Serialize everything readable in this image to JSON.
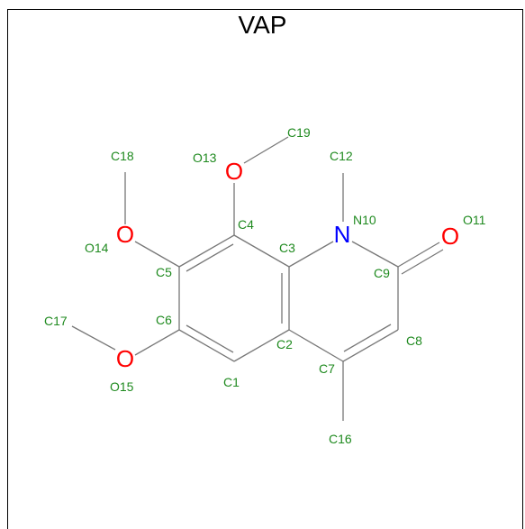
{
  "title": "VAP",
  "colors": {
    "carbon_label": "#1f8a1f",
    "oxygen": "#ff0000",
    "nitrogen": "#0000ff",
    "bond": "#777777"
  },
  "atoms": [
    {
      "id": "O13",
      "element": "O",
      "symbol": "O",
      "label": "O13"
    },
    {
      "id": "O14",
      "element": "O",
      "symbol": "O",
      "label": "O14"
    },
    {
      "id": "O15",
      "element": "O",
      "symbol": "O",
      "label": "O15"
    },
    {
      "id": "N10",
      "element": "N",
      "symbol": "N",
      "label": "N10"
    },
    {
      "id": "O11",
      "element": "O",
      "symbol": "O",
      "label": "O11"
    }
  ],
  "carbon_labels": [
    "C19",
    "C18",
    "C12",
    "C4",
    "C3",
    "C5",
    "C9",
    "C6",
    "C17",
    "C2",
    "C8",
    "C7",
    "C1",
    "C16"
  ]
}
